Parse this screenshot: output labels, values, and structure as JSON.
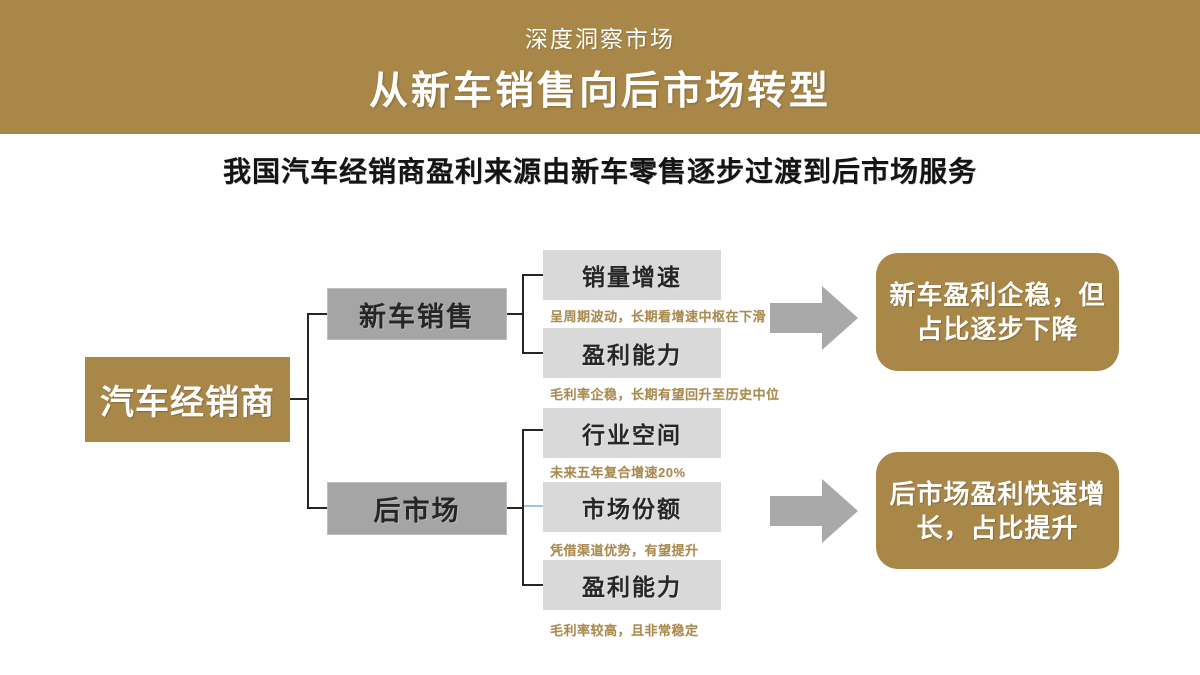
{
  "slide": {
    "header": {
      "eyebrow": "深度洞察市场",
      "title": "从新车销售向后市场转型"
    },
    "subtitle": "我国汽车经销商盈利来源由新车零售逐步过渡到后市场服务",
    "root": {
      "label": "汽车经销商"
    },
    "branches": [
      {
        "label": "新车销售",
        "factors": [
          {
            "label": "销量增速",
            "note": "呈周期波动，长期看增速中枢在下滑"
          },
          {
            "label": "盈利能力",
            "note": "毛利率企稳，长期有望回升至历史中位"
          }
        ],
        "outcome": {
          "line1": "新车盈利企稳，但",
          "line2": "占比逐步下降"
        }
      },
      {
        "label": "后市场",
        "factors": [
          {
            "label": "行业空间",
            "note": "未来五年复合增速20%"
          },
          {
            "label": "市场份额",
            "note": "凭借渠道优势，有望提升"
          },
          {
            "label": "盈利能力",
            "note": "毛利率较高，且非常稳定"
          }
        ],
        "outcome": {
          "line1": "后市场盈利快速增",
          "line2": "长，占比提升"
        }
      }
    ]
  },
  "colors": {
    "gold": "#a88748",
    "gold_note": "#ab8a4d",
    "gray_mid": "#a5a5a5",
    "gray_light": "#d9d9d9",
    "arrow_gray": "#a9a9a9",
    "line_dark": "#262626",
    "line_blue": "#9dc3e6",
    "text_dark": "#262626",
    "white": "#ffffff"
  }
}
